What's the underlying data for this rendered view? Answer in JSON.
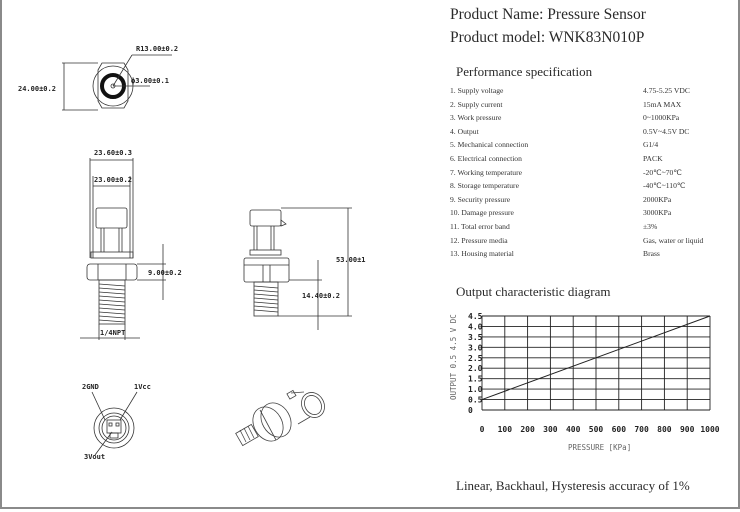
{
  "product": {
    "name_line": "Product Name: Pressure Sensor",
    "model_line": "Product model: WNK83N010P"
  },
  "spec": {
    "heading": "Performance specification",
    "rows": [
      {
        "label": "1. Supply voltage",
        "value": "4.75-5.25 VDC"
      },
      {
        "label": "2. Supply current",
        "value": "15mA MAX"
      },
      {
        "label": "3. Work pressure",
        "value": "0~1000KPa"
      },
      {
        "label": "4. Output",
        "value": "0.5V~4.5V DC"
      },
      {
        "label": "5. Mechanical connection",
        "value": "G1/4"
      },
      {
        "label": "6. Electrical connection",
        "value": "PACK"
      },
      {
        "label": "7. Working temperature",
        "value": "-20℃~70℃"
      },
      {
        "label": "8. Storage temperature",
        "value": "-40℃~110℃"
      },
      {
        "label": "9. Security pressure",
        "value": "2000KPa"
      },
      {
        "label": "10. Damage pressure",
        "value": "3000KPa"
      },
      {
        "label": "11. Total error band",
        "value": "±3%"
      },
      {
        "label": "12. Pressure media",
        "value": "Gas, water or liquid"
      },
      {
        "label": "13. Housing material",
        "value": "Brass"
      }
    ]
  },
  "drawing": {
    "top_view": {
      "across_flats": "24.00±0.2",
      "radius": "R13.00±0.2",
      "bore": "ϕ3.00±0.1"
    },
    "front_view": {
      "width_top": "23.60±0.3",
      "width_body": "23.00±0.2",
      "hex_height": "9.00±0.2",
      "thread": "1/4NPT"
    },
    "side_view": {
      "total_length": "53.00±1",
      "thread_length": "14.40±0.2"
    },
    "connector_view": {
      "pin_gnd": "2GND",
      "pin_vcc": "1Vcc",
      "pin_vout": "3Vout"
    }
  },
  "chart": {
    "heading": "Output characteristic diagram"
  },
  "chart_data": {
    "type": "line",
    "title": "Output characteristic diagram",
    "xlabel": "PRESSURE [KPa]",
    "ylabel": "OUTPUT 0.5 4.5 V DC",
    "x_ticks": [
      "0",
      "100",
      "200",
      "300",
      "400",
      "500",
      "600",
      "700",
      "800",
      "900",
      "1000"
    ],
    "y_ticks": [
      "0",
      "0.5",
      "1.0",
      "1.5",
      "2.0",
      "2.5",
      "3.0",
      "3.5",
      "4.0",
      "4.5"
    ],
    "xlim": [
      0,
      1000
    ],
    "ylim": [
      0,
      4.5
    ],
    "grid": true,
    "series": [
      {
        "name": "Output",
        "x": [
          0,
          1000
        ],
        "y": [
          0.5,
          4.5
        ]
      }
    ]
  },
  "footer": {
    "note": "Linear, Backhaul, Hysteresis accuracy of 1%"
  }
}
